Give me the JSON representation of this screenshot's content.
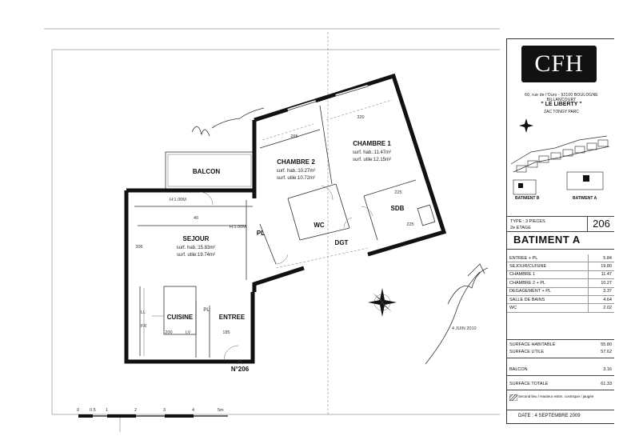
{
  "rooms": {
    "balcon": "BALCON",
    "sejour": "SEJOUR",
    "sejour_hab": "surf. hab.:15.83m²",
    "sejour_util": "surf. utile:19.74m²",
    "cuisine": "CUISINE",
    "entree": "ENTREE",
    "pl1": "PL",
    "pl2": "PL",
    "chambre2": "CHAMBRE 2",
    "chambre2_hab": "surf. hab.:10.27m²",
    "chambre2_util": "surf. utile:10.72m²",
    "chambre1": "CHAMBRE 1",
    "chambre1_hab": "surf. hab.:11.47m²",
    "chambre1_util": "surf. utile:12.15m²",
    "wc": "WC",
    "sdb": "SDB",
    "dgt": "DGT",
    "unit_label": "N°206"
  },
  "dims": {
    "h1": "H:1.00M",
    "h2": "H:1.00M",
    "d40": "40",
    "d265": "265",
    "d320": "320",
    "d225": "225",
    "d200": "200",
    "d185": "185",
    "d225b": "225",
    "d306": "306",
    "ll": "LL",
    "fr": "FR",
    "lv": "LV"
  },
  "scale": {
    "labels": [
      "0",
      "0.5",
      "1",
      "2",
      "3",
      "4",
      "5m"
    ]
  },
  "annotations": {
    "date_hand": "4 JUIN 2010"
  },
  "title_block": {
    "logo": "CFH",
    "address": "60, rue de l'Ours - 92100 BOULOGNE BILLANCOURT",
    "project": "\" LE LIBERTY \"",
    "project_sub": "ZAC TONGY PARC",
    "bat_b": "BATIMENT B",
    "bat_a_small": "BATIMENT A",
    "type": "TYPE : 3 PIECES",
    "etage": "2e ETAGE",
    "lot": "206",
    "batiment": "BATIMENT A",
    "areas": [
      {
        "label": "ENTREE + PL",
        "value": "5.84"
      },
      {
        "label": "SEJOUR/CUISINE",
        "value": "19.80"
      },
      {
        "label": "CHAMBRE 1",
        "value": "11.47"
      },
      {
        "label": "CHAMBRE 2 + PL",
        "value": "10.27"
      },
      {
        "label": "DEGAGEMENT + PL",
        "value": "3.37"
      },
      {
        "label": "SALLE DE BAINS",
        "value": "4.64"
      },
      {
        "label": "WC",
        "value": "2.02"
      }
    ],
    "surface_habitable": "SURFACE HABITABLE",
    "surface_habitable_val": "55.80",
    "surface_utile": "SURFACE UTILE",
    "surface_utile_val": "57.62",
    "balcon": "BALCON",
    "balcon_val": "3.16",
    "surface_totale": "SURFACE TOTALE",
    "surface_totale_val": "61.33",
    "legend": "Second lieu / Hauteur estim. cosmique / jaugée",
    "date": "DATE : 4 SEPTEMBRE 2009"
  }
}
